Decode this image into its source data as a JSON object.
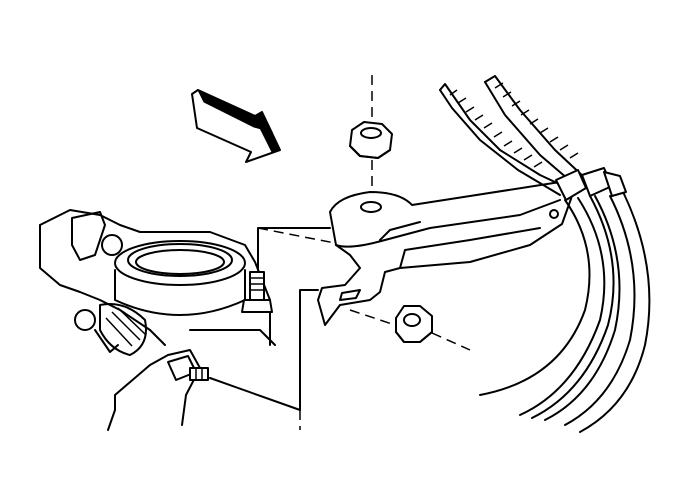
{
  "diagram": {
    "kind": "exploded-view line drawing",
    "parts": [
      {
        "id": "direction-arrow",
        "icon": "view-direction-arrow"
      },
      {
        "id": "top-nut",
        "icon": "hex-flange-nut"
      },
      {
        "id": "side-nut",
        "icon": "hex-flange-nut"
      },
      {
        "id": "cable-bracket",
        "icon": "cable-mounting-bracket"
      },
      {
        "id": "stud-left",
        "icon": "threaded-stud"
      },
      {
        "id": "stud-lower",
        "icon": "threaded-stud"
      },
      {
        "id": "throttle-body",
        "icon": "throttle-body"
      },
      {
        "id": "control-cables",
        "icon": "sheathed-cables"
      }
    ],
    "colors": {
      "line": "#000000",
      "background": "#ffffff"
    }
  }
}
